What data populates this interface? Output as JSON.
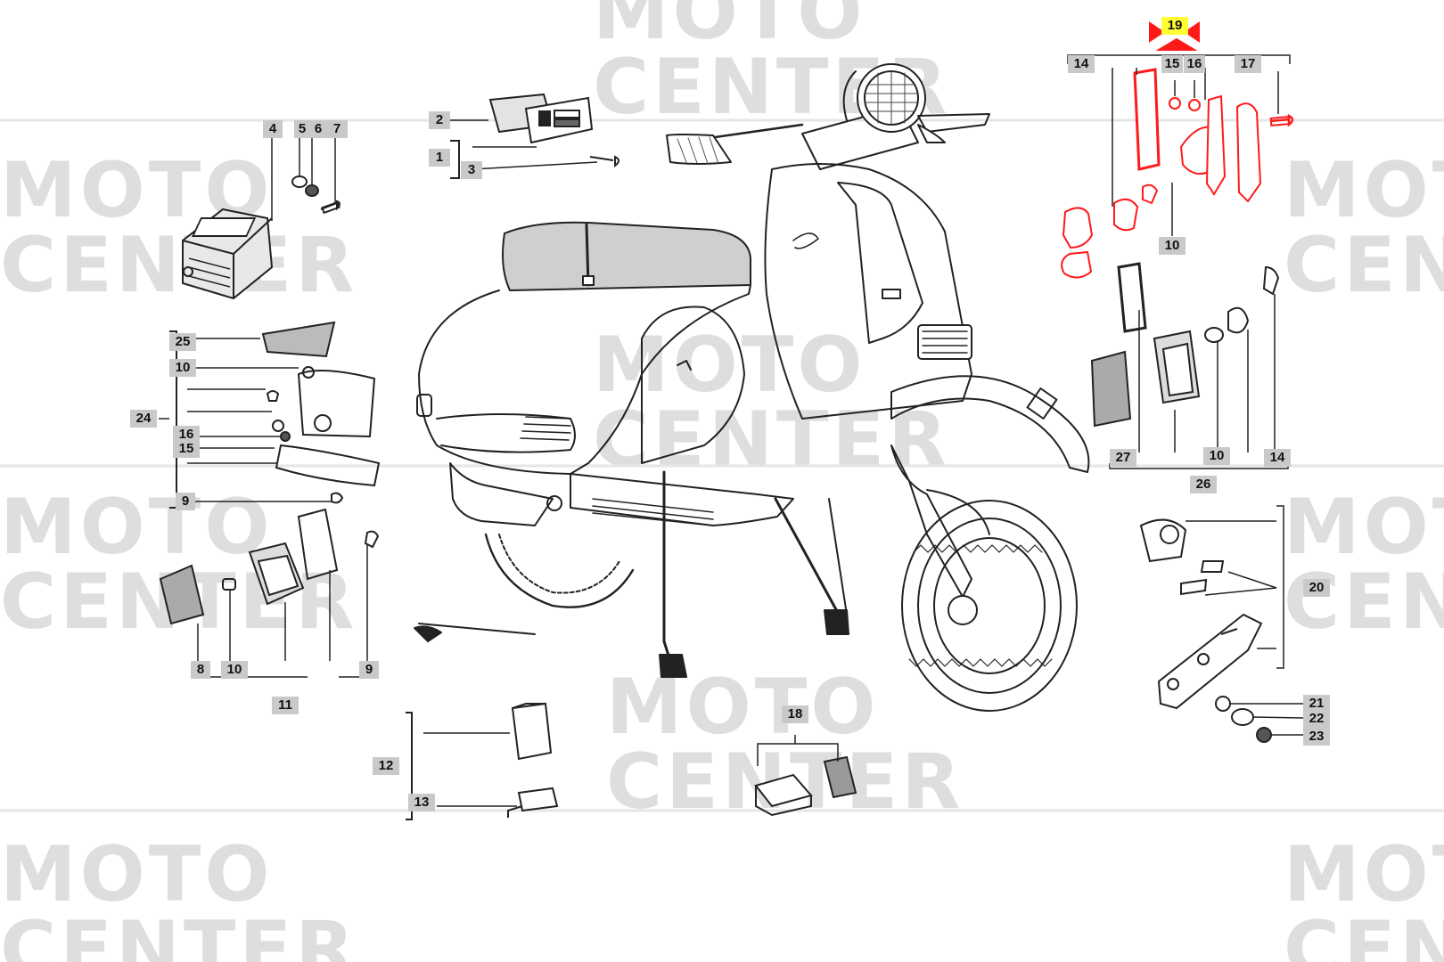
{
  "watermark": {
    "line1": "MOTO",
    "line2": "CENTER"
  },
  "colors": {
    "highlight": "#ff1a1a",
    "callout_bg": "#c9c9c9",
    "selected_bg": "#ffff33",
    "line": "#222222"
  },
  "selected_part": "19",
  "callouts": [
    {
      "id": "c19",
      "label": "19",
      "selected": true
    },
    {
      "id": "c14a",
      "label": "14"
    },
    {
      "id": "c15a",
      "label": "15"
    },
    {
      "id": "c16a",
      "label": "16"
    },
    {
      "id": "c17",
      "label": "17"
    },
    {
      "id": "c10a",
      "label": "10"
    },
    {
      "id": "c2",
      "label": "2"
    },
    {
      "id": "c1",
      "label": "1"
    },
    {
      "id": "c3",
      "label": "3"
    },
    {
      "id": "c4",
      "label": "4"
    },
    {
      "id": "c5",
      "label": "5"
    },
    {
      "id": "c6",
      "label": "6"
    },
    {
      "id": "c7",
      "label": "7"
    },
    {
      "id": "c25",
      "label": "25"
    },
    {
      "id": "c10b",
      "label": "10"
    },
    {
      "id": "c24",
      "label": "24"
    },
    {
      "id": "c16b",
      "label": "16"
    },
    {
      "id": "c15b",
      "label": "15"
    },
    {
      "id": "c9a",
      "label": "9"
    },
    {
      "id": "c8",
      "label": "8"
    },
    {
      "id": "c10c",
      "label": "10"
    },
    {
      "id": "c9b",
      "label": "9"
    },
    {
      "id": "c11",
      "label": "11"
    },
    {
      "id": "c12",
      "label": "12"
    },
    {
      "id": "c13",
      "label": "13"
    },
    {
      "id": "c18",
      "label": "18"
    },
    {
      "id": "c27",
      "label": "27"
    },
    {
      "id": "c10d",
      "label": "10"
    },
    {
      "id": "c14b",
      "label": "14"
    },
    {
      "id": "c26",
      "label": "26"
    },
    {
      "id": "c20",
      "label": "20"
    },
    {
      "id": "c21",
      "label": "21"
    },
    {
      "id": "c22",
      "label": "22"
    },
    {
      "id": "c23",
      "label": "23"
    }
  ]
}
